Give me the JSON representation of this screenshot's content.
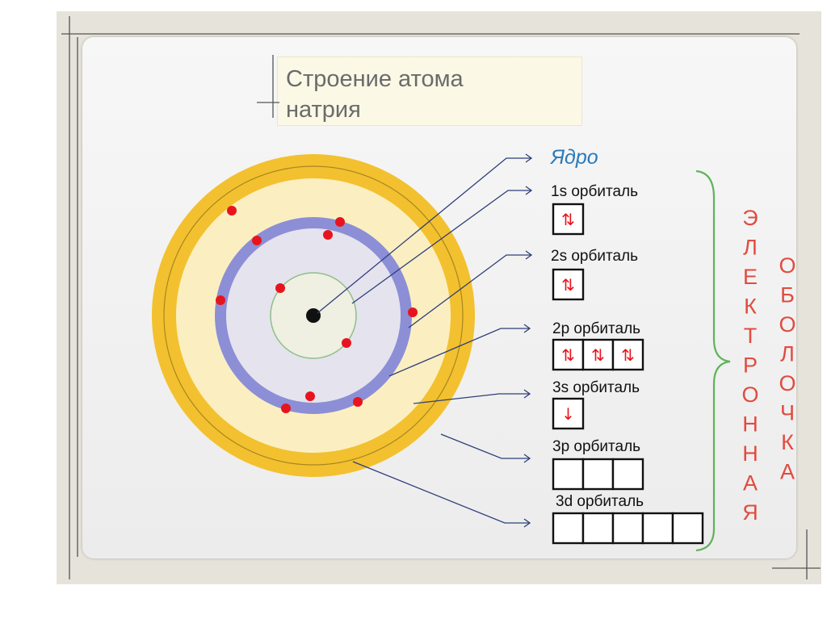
{
  "title": {
    "line1": "Строение атома",
    "line2": "натрия"
  },
  "labels": {
    "nucleus": "Ядро",
    "orbitals": [
      "1s орбиталь",
      "2s орбиталь",
      "2p орбиталь",
      "3s орбиталь",
      "3p орбиталь",
      "3d орбиталь"
    ],
    "shell_word1": "ЭЛЕКТРОННАЯ",
    "shell_word2": "ОБОЛОЧКА"
  },
  "orbital_boxes": {
    "1s": [
      "⇅"
    ],
    "2s": [
      "⇅"
    ],
    "2p": [
      "⇅",
      "⇅",
      "⇅"
    ],
    "3s": [
      "↓"
    ],
    "3p": [
      "",
      "",
      ""
    ],
    "3d": [
      "",
      "",
      "",
      "",
      ""
    ]
  },
  "colors": {
    "outer_ring": "#f3c12f",
    "outer_ring_fill": "#fbefc2",
    "middle_ring": "#8c8fd6",
    "inner_fill": "#e5e3ee",
    "electron": "#e8141d",
    "nucleus": "#111111",
    "arrow": "#2e3f7a",
    "nucleus_label": "#2a79b8",
    "shell_letters": "#e14b40",
    "bracket": "#5fb35a"
  },
  "electron_count": 11
}
